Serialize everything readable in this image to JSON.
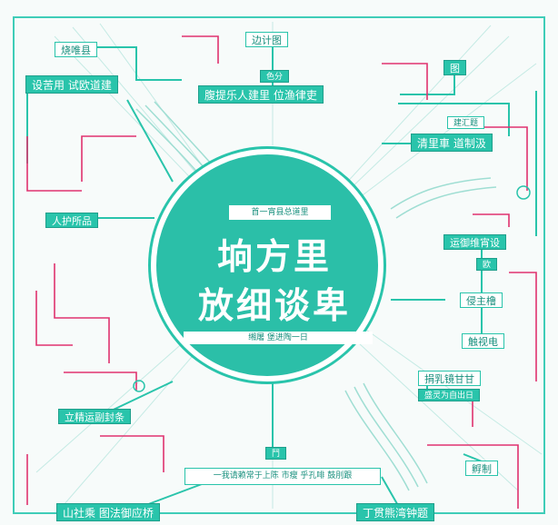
{
  "diagram": {
    "center": {
      "tag": "首一宵县总道里",
      "title_line1": "垧方里",
      "title_line2": "放细谈卑",
      "strip": "缃屠 堡进陶一日"
    },
    "nodes": {
      "top_left_head": "烧唯县",
      "top_left_main": "设苦用 试欧道建",
      "top_center_head": "边计图",
      "top_center_small": "色分",
      "top_center_main": "腹提乐人建里 位渔律吏",
      "top_right_small": "图",
      "right_upper_small": "建汇题",
      "right_upper_main": "清里車 道制汲",
      "left_mid": "人护所品",
      "right_mid_head": "运御维宵设",
      "right_mid_1": "欧",
      "right_mid_2": "侵主橹",
      "right_mid_3": "触视电",
      "right_low_head": "捐乳镜甘甘",
      "right_low_sub": "盛灵为自出日",
      "left_low": "立精运副封条",
      "bottom_small": "鬥",
      "bottom_bar": "一我请赖常于上陈 市瘦 乎孔啡 鼓刖跟",
      "bottom_right_small": "孵制",
      "bottom_left": "山社乘 图法御应桥",
      "bottom_right": "丁贯熊湾钟题"
    },
    "colors": {
      "teal": "#29c4ab",
      "teal_dark": "#178f7d",
      "magenta": "#e0336f",
      "frame": "#3fcdb8"
    }
  }
}
